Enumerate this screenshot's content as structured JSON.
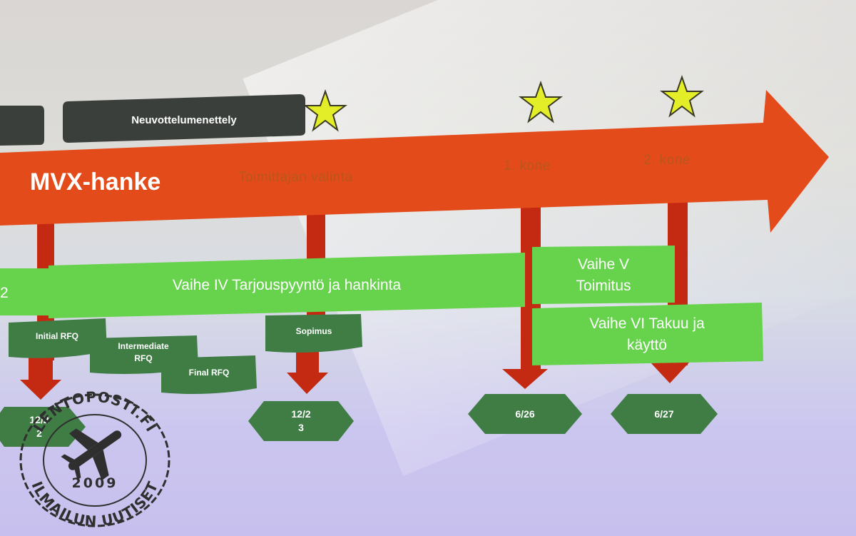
{
  "header_tabs": {
    "left_tab": "",
    "procurement_tab": "Neuvottelumenettely"
  },
  "arrow": {
    "title": "MVX-hanke",
    "milestone_1": "Toimittajan valinta",
    "milestone_2": "1. kone",
    "milestone_3": "2. kone"
  },
  "phases": {
    "prev_phase_fragment": "2",
    "phase_iv": "Vaihe IV Tarjouspyyntö ja hankinta",
    "phase_v_line1": "Vaihe V",
    "phase_v_line2": "Toimitus",
    "phase_vi_line1": "Vaihe VI Takuu ja",
    "phase_vi_line2": "käyttö"
  },
  "rfq_steps": {
    "initial": "Initial RFQ",
    "intermediate_line1": "Intermediate",
    "intermediate_line2": "RFQ",
    "final": "Final RFQ",
    "contract": "Sopimus"
  },
  "dates": {
    "date_1_line1": "12/2",
    "date_1_line2": "2",
    "date_2_line1": "12/2",
    "date_2_line2": "3",
    "date_3": "6/26",
    "date_4": "6/27"
  },
  "watermark": {
    "site": "LENTOPOSTI.FI",
    "year": "2009",
    "tagline": "ILMAILUN UUTISET"
  },
  "colors": {
    "arrow": "#e34b1b",
    "phase_green": "#67d34d",
    "dark_green": "#3f7d45",
    "header_dark": "#3a3f3c",
    "connector_red": "#c42a12",
    "star": "#e3ee28"
  }
}
